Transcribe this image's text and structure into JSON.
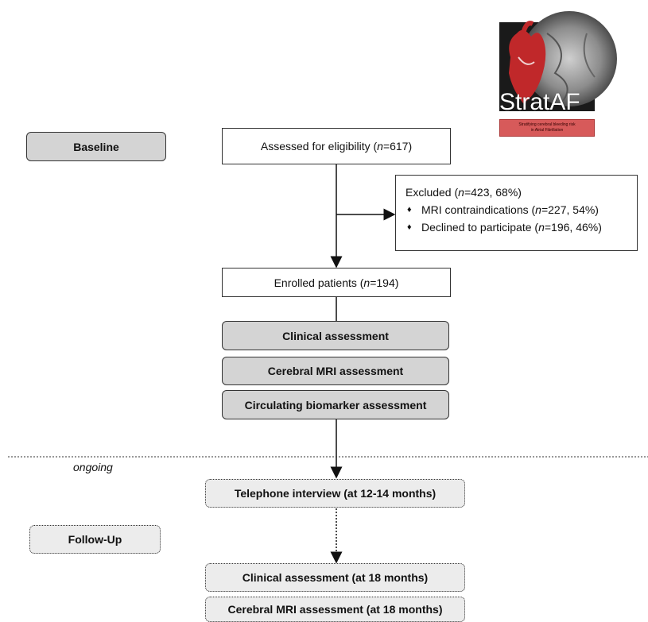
{
  "logo": {
    "wordmark": "StratAF",
    "caption_line1": "Stratifying cerebral bleeding risk",
    "caption_line2": "in Atrial Fibrillation"
  },
  "phases": {
    "baseline": "Baseline",
    "follow_up": "Follow-Up",
    "divider_note": "ongoing"
  },
  "flow": {
    "eligibility": {
      "prefix": "Assessed for eligibility (",
      "n_label": "n",
      "suffix": "=617)"
    },
    "excluded": {
      "title": {
        "prefix": "Excluded (",
        "n_label": "n",
        "suffix": "=423, 68%)"
      },
      "reasons": [
        {
          "prefix": "MRI contraindications (",
          "n_label": "n",
          "suffix": "=227, 54%)"
        },
        {
          "prefix": "Declined to participate (",
          "n_label": "n",
          "suffix": "=196, 46%)"
        }
      ]
    },
    "enrolled": {
      "prefix": "Enrolled patients (",
      "n_label": "n",
      "suffix": "=194)"
    },
    "baseline_steps": [
      "Clinical assessment",
      "Cerebral MRI assessment",
      "Circulating biomarker assessment"
    ],
    "followup_steps": [
      "Telephone interview (at 12-14 months)",
      "Clinical assessment (at 18 months)",
      "Cerebral MRI assessment (at 18 months)"
    ]
  }
}
